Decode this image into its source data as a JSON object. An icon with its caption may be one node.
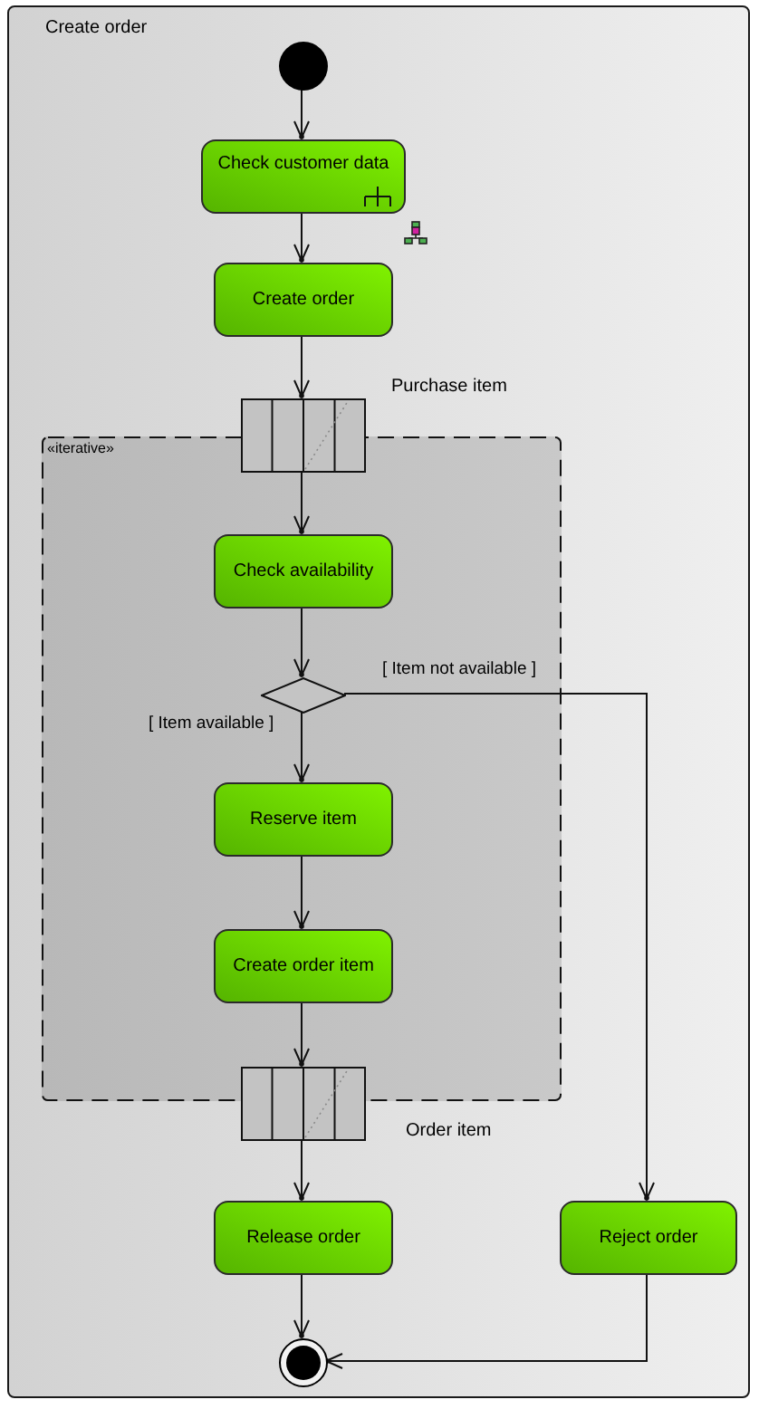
{
  "diagram": {
    "nodes": [
      {
        "text": [
          "Create order"
        ]
      },
      {
        "text": [],
        "shape": "circle",
        "in": 0
      },
      {
        "text": [
          "Check customer data"
        ],
        "in": 0
      },
      {
        "text": [
          "Create order"
        ],
        "in": 0
      },
      {
        "text": [
          "«iterative»"
        ],
        "in": 0
      },
      {
        "text": [],
        "shape": "box",
        "in": 0,
        "beside": [
          "Purchase item"
        ]
      },
      {
        "text": [
          "Check availability"
        ],
        "in": 4
      },
      {
        "text": [],
        "shape": "diamond",
        "in": 4
      },
      {
        "text": [
          "Reserve item"
        ],
        "in": 4
      },
      {
        "text": [
          "Create order item"
        ],
        "in": 4
      },
      {
        "text": [],
        "shape": "box",
        "in": 0,
        "beside": [
          "Order item"
        ]
      },
      {
        "text": [
          "Release order"
        ],
        "in": 0
      },
      {
        "text": [
          "Reject order"
        ],
        "in": 0
      },
      {
        "text": [],
        "shape": "bullseye",
        "in": 0
      }
    ],
    "edges": [
      {
        "from": 1,
        "to": 2,
        "arrow": "to"
      },
      {
        "from": 2,
        "to": 3,
        "arrow": "to"
      },
      {
        "from": 3,
        "to": 5,
        "arrow": "to"
      },
      {
        "from": 5,
        "to": 6,
        "arrow": "to"
      },
      {
        "from": 6,
        "to": 7,
        "arrow": "to"
      },
      {
        "from": 7,
        "to": 8,
        "arrow": "to",
        "label": "[ Item available ]"
      },
      {
        "from": 8,
        "to": 9,
        "arrow": "to"
      },
      {
        "from": 9,
        "to": 10,
        "arrow": "to"
      },
      {
        "from": 10,
        "to": 11,
        "arrow": "to"
      },
      {
        "from": 7,
        "to": 12,
        "arrow": "to",
        "label": "[ Item not available ]"
      },
      {
        "from": 11,
        "to": 13,
        "arrow": "to"
      },
      {
        "from": 12,
        "to": 13,
        "arrow": "to"
      }
    ]
  }
}
